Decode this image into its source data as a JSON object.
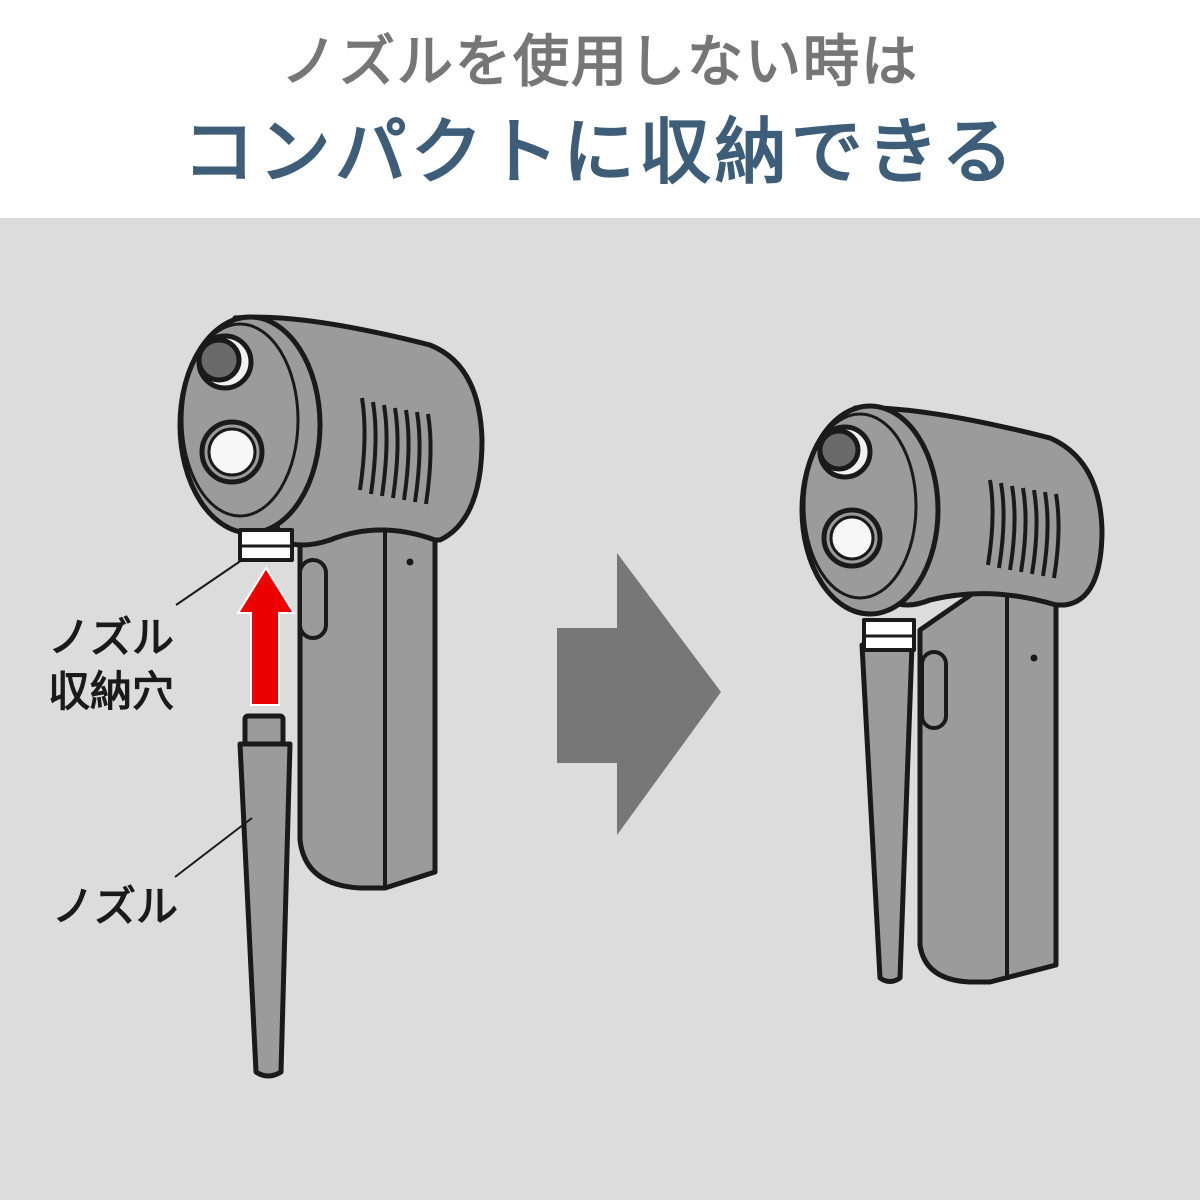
{
  "header": {
    "subtitle": "ノズルを使用しない時は",
    "title": "コンパクトに収納できる"
  },
  "labels": {
    "nozzle_storage_hole_line1": "ノズル",
    "nozzle_storage_hole_line2": "収納穴",
    "nozzle": "ノズル"
  },
  "colors": {
    "subtitle": "#767676",
    "title": "#3d5d78",
    "background": "#dcdcdc",
    "device_body": "#9b9b9b",
    "insert_arrow": "#ee0000",
    "transition_arrow": "#777777"
  },
  "icons": {
    "insert_arrow": "arrow-up-icon",
    "transition_arrow": "arrow-right-icon"
  }
}
